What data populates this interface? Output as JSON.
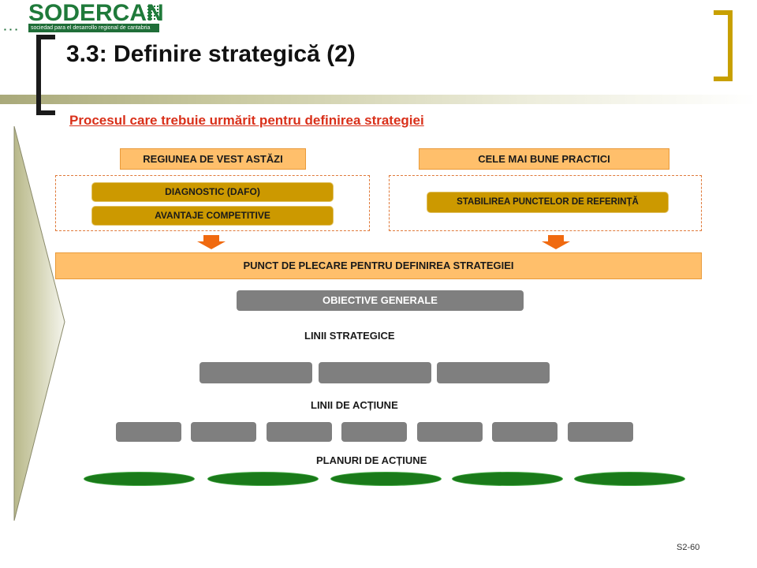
{
  "logo": {
    "name": "SODERCAN",
    "tagline": "sociedad para el desarrollo regional de cantabria"
  },
  "title": "3.3: Definire strategică (2)",
  "subtitle": "Procesul care trebuie urmărit pentru definirea strategiei",
  "left_column": {
    "header": "REGIUNEA DE VEST ASTĂZI",
    "items": [
      "DIAGNOSTIC (DAFO)",
      "AVANTAJE COMPETITIVE"
    ]
  },
  "right_column": {
    "header": "CELE MAI BUNE PRACTICI",
    "items": [
      "STABILIREA PUNCTELOR DE REFERINȚĂ"
    ]
  },
  "starting_point": "PUNCT DE PLECARE PENTRU DEFINIREA STRATEGIEI",
  "general_objectives": "OBIECTIVE GENERALE",
  "strategic_lines": {
    "label": "LINII STRATEGICE",
    "count": 3
  },
  "action_lines": {
    "label": "LINII DE ACȚIUNE",
    "count": 7
  },
  "action_plans": {
    "label": "PLANURI DE ACȚIUNE",
    "count": 5
  },
  "slide_number": "S2-60",
  "colors": {
    "orange_box": "#ffbf6b",
    "gold_box": "#cc9900",
    "gray_box": "#7f7f7f",
    "green_ellipse": "#1a7a1a",
    "subtitle_red": "#d9301a",
    "arrow_orange": "#f06a10"
  }
}
